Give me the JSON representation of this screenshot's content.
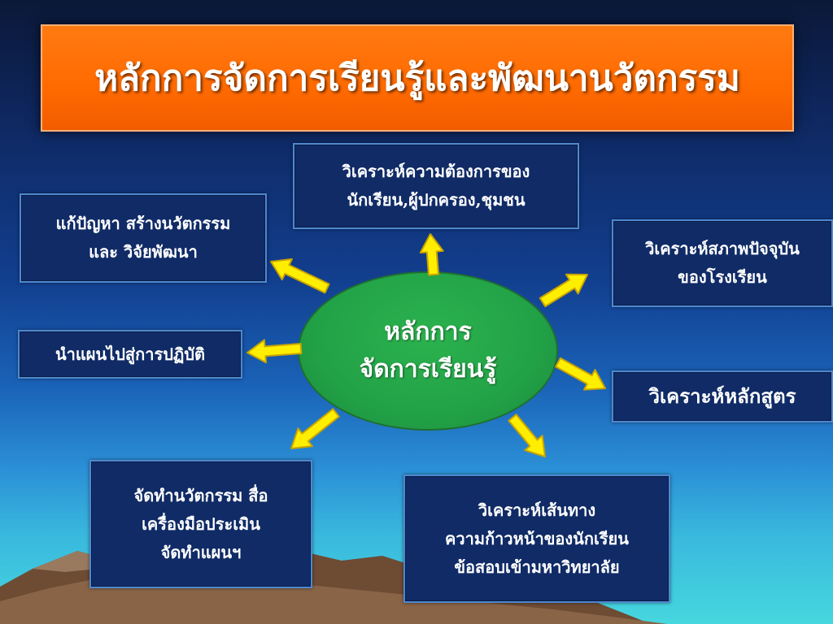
{
  "title": "หลักการจัดการเรียนรู้และพัฒนานวัตกรรม",
  "center": {
    "line1": "หลักการ",
    "line2": "จัดการเรียนรู้"
  },
  "nodes": {
    "needs_analysis": {
      "line1": "วิเคราะห์ความต้องการของ",
      "line2": "นักเรียน,ผู้ปกครอง,ชุมชน"
    },
    "school_status": {
      "line1": "วิเคราะห์สภาพปัจจุบัน",
      "line2": "ของโรงเรียน"
    },
    "curriculum": {
      "line1": "วิเคราะห์หลักสูตร"
    },
    "career_path": {
      "line1": "วิเคราะห์เส้นทาง",
      "line2": "ความก้าวหน้าของนักเรียน",
      "line3": "ข้อสอบเข้ามหาวิทยาลัย"
    },
    "create_innovation": {
      "line1": "จัดทำนวัตกรรม สื่อ",
      "line2": "เครื่องมือประเมิน",
      "line3": "จัดทำแผนฯ"
    },
    "implement_plan": {
      "line1": "นำแผนไปสู่การปฏิบัติ"
    },
    "solve_problems": {
      "line1": "แก้ปัญหา สร้างนวัตกรรม",
      "line2": "และ วิจัยพัฒนา"
    }
  },
  "colors": {
    "title_bg": "#ff6a00",
    "node_bg": "#102b66",
    "node_border": "#4e88cf",
    "center_fill": "#22a247",
    "arrow_fill": "#ffee00",
    "arrow_stroke": "#c8a400"
  }
}
